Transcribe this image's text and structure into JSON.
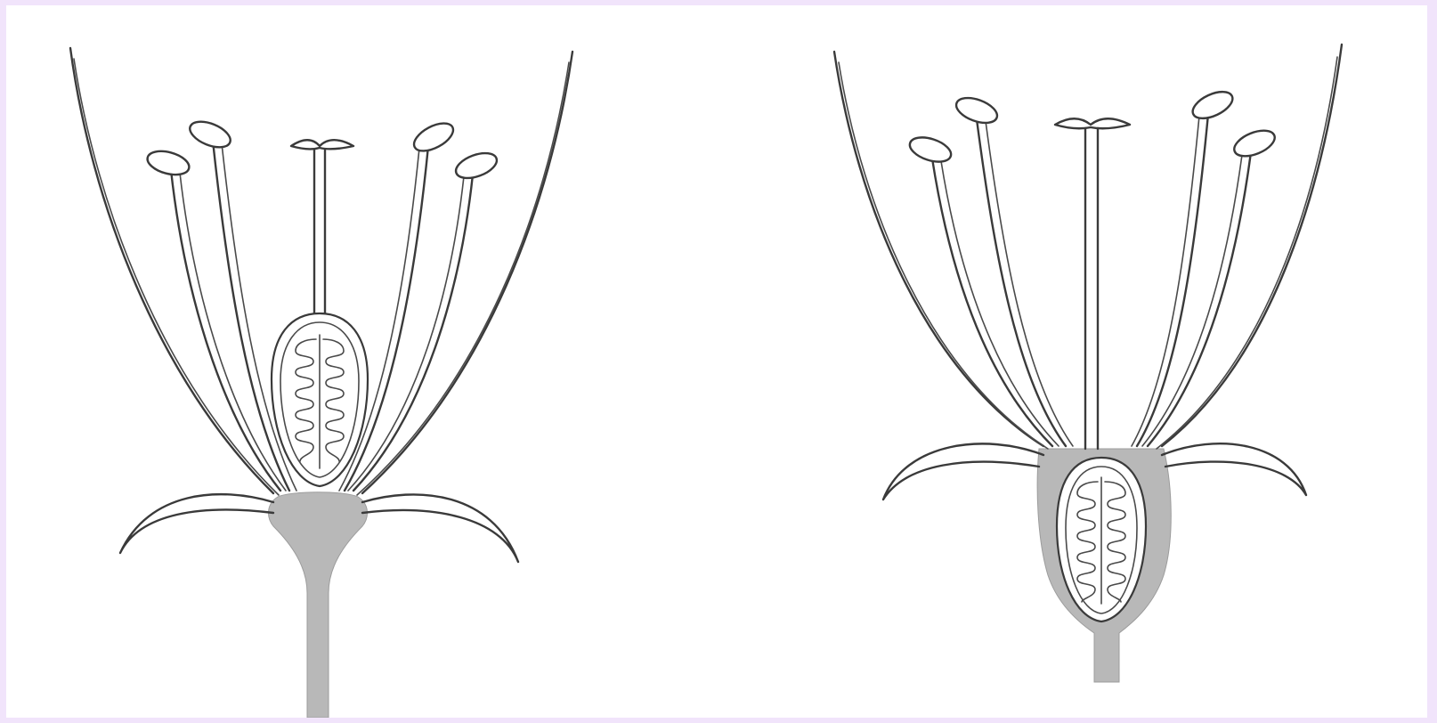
{
  "figure": {
    "panels": [
      {
        "id": "left-flower",
        "ovary_position": "superior"
      },
      {
        "id": "right-flower",
        "ovary_position": "inferior"
      }
    ],
    "colors": {
      "background": "#f1e4fb",
      "panel": "#ffffff",
      "line": "#3a3a3a",
      "receptacle": "#b8b8b8"
    }
  }
}
